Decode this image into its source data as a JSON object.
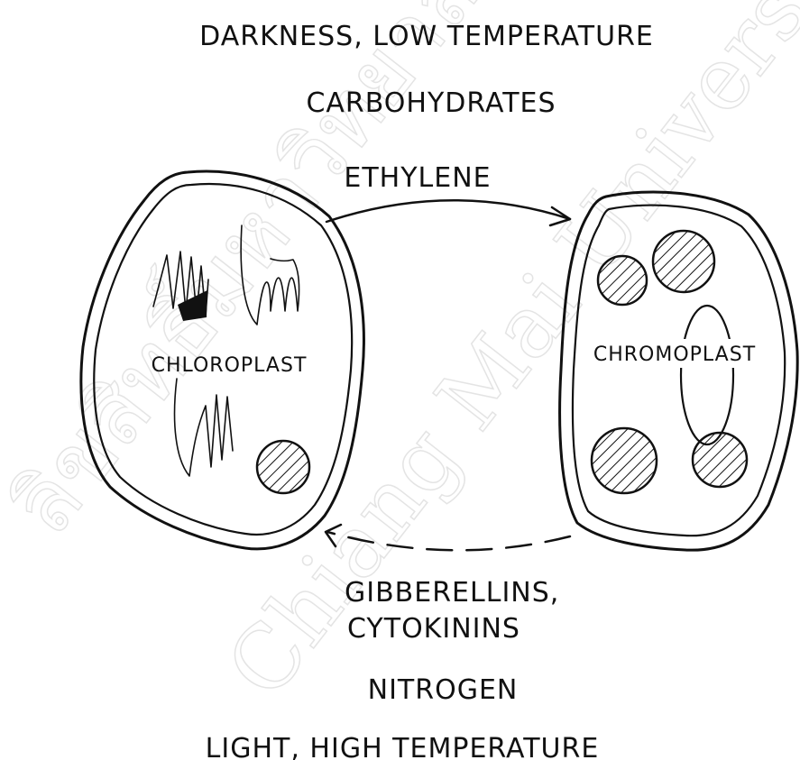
{
  "labels": {
    "top_line_1": "DARKNESS, LOW TEMPERATURE",
    "top_line_2": "CARBOHYDRATES",
    "forward_arrow_label": "ETHYLENE",
    "cell_left": "CHLOROPLAST",
    "cell_right": "CHROMOPLAST",
    "reverse_arrow_label_1": "GIBBERELLINS,",
    "reverse_arrow_label_2": "CYTOKININS",
    "bottom_line_1": "NITROGEN",
    "bottom_line_2": "LIGHT, HIGH TEMPERATURE"
  },
  "watermark": {
    "line_1": "ลิขสิทธิ์มหาวิทยาลัยเชียงใหม่",
    "line_2": "Chiang Mai University"
  },
  "colors": {
    "ink": "#111111",
    "watermark": "#e4e4e4",
    "background": "#ffffff"
  }
}
